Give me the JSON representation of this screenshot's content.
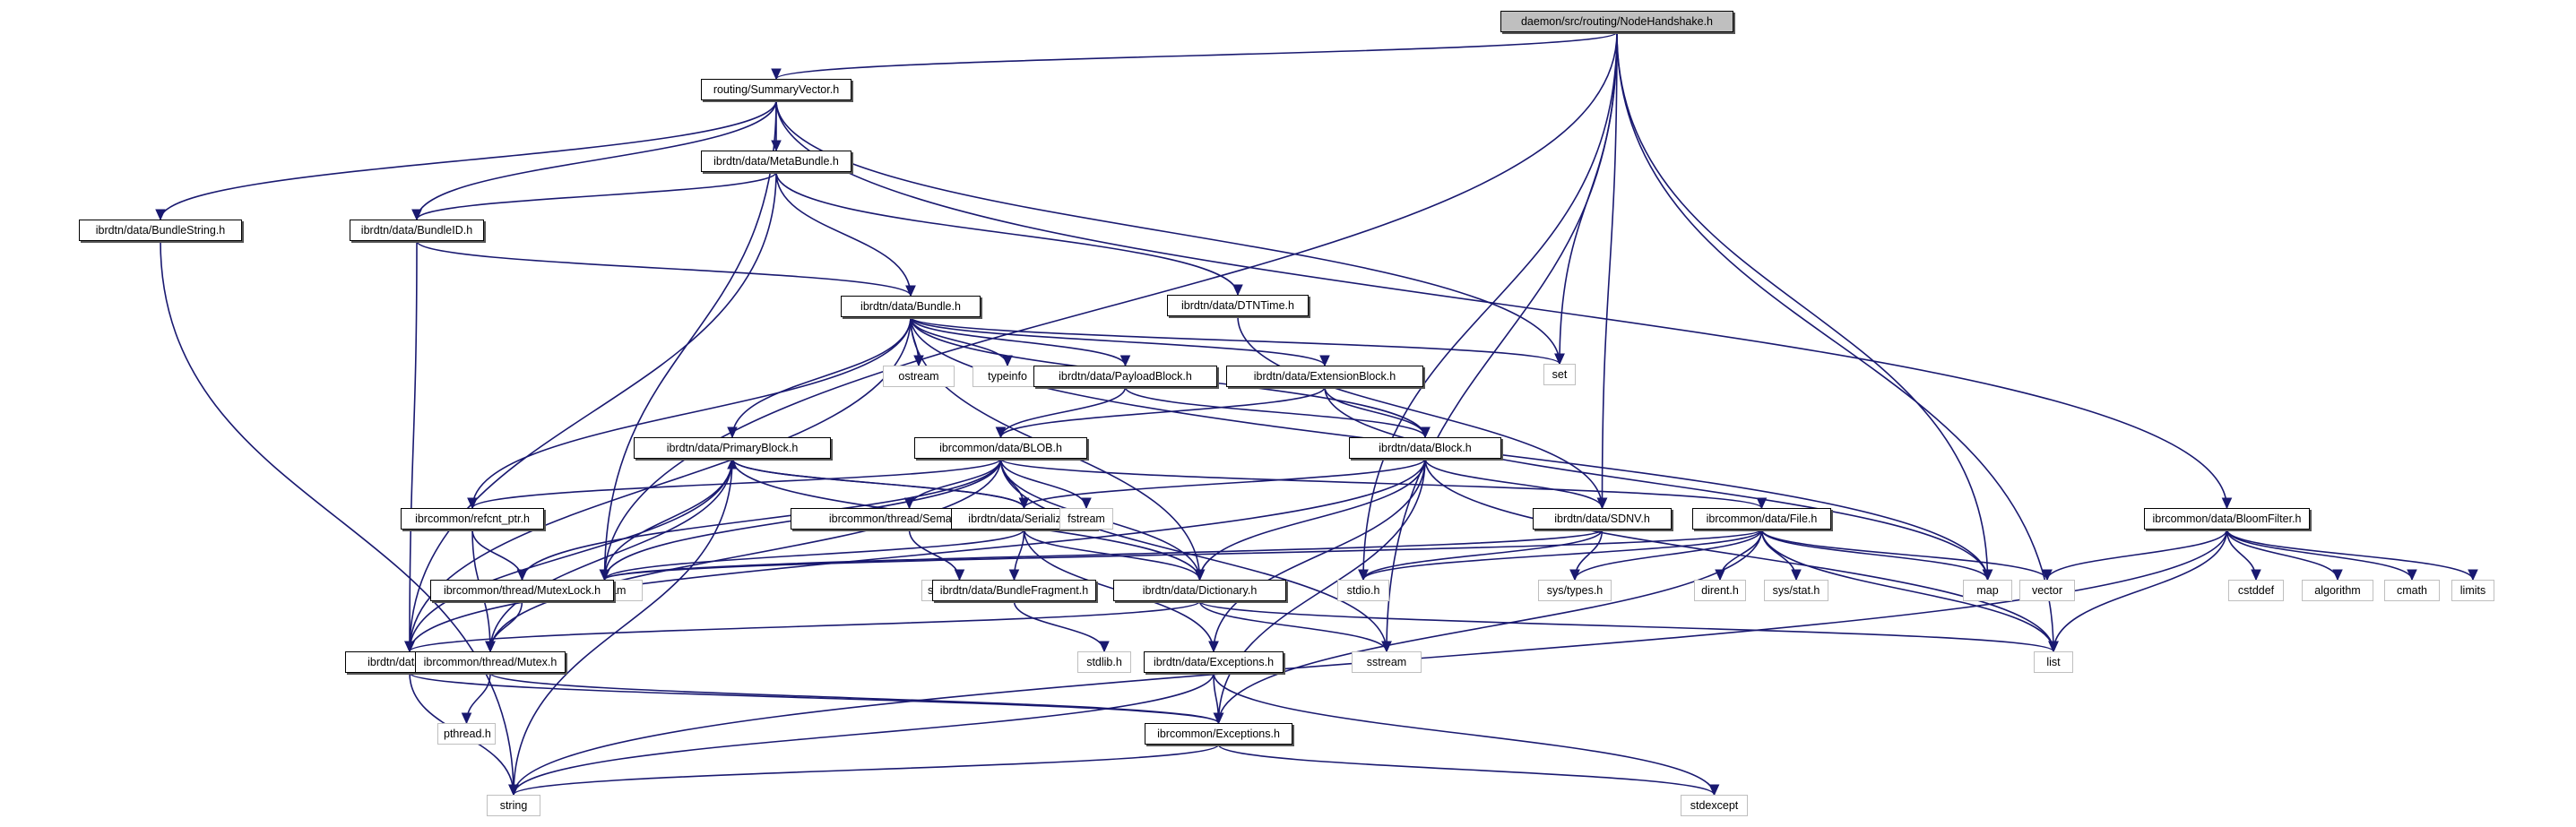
{
  "title": "daemon/src/routing/NodeHandshake.h",
  "colors": {
    "edge": "#191970",
    "root_fill": "#bfbfbf",
    "local_border": "#000000",
    "system_border": "#bfbfbf"
  },
  "nodes": [
    {
      "id": "root",
      "label": "daemon/src/routing/NodeHandshake.h",
      "kind": "root"
    },
    {
      "id": "summaryvector",
      "label": "routing/SummaryVector.h",
      "kind": "local"
    },
    {
      "id": "metabundle",
      "label": "ibrdtn/data/MetaBundle.h",
      "kind": "local"
    },
    {
      "id": "bundlestring",
      "label": "ibrdtn/data/BundleString.h",
      "kind": "local"
    },
    {
      "id": "bundleid",
      "label": "ibrdtn/data/BundleID.h",
      "kind": "local"
    },
    {
      "id": "bundle",
      "label": "ibrdtn/data/Bundle.h",
      "kind": "local"
    },
    {
      "id": "dtntime",
      "label": "ibrdtn/data/DTNTime.h",
      "kind": "local"
    },
    {
      "id": "ostream",
      "label": "ostream",
      "kind": "sys"
    },
    {
      "id": "typeinfo",
      "label": "typeinfo",
      "kind": "sys"
    },
    {
      "id": "payloadblock",
      "label": "ibrdtn/data/PayloadBlock.h",
      "kind": "local"
    },
    {
      "id": "extensionblock",
      "label": "ibrdtn/data/ExtensionBlock.h",
      "kind": "local"
    },
    {
      "id": "set",
      "label": "set",
      "kind": "sys"
    },
    {
      "id": "primaryblock",
      "label": "ibrdtn/data/PrimaryBlock.h",
      "kind": "local"
    },
    {
      "id": "blob",
      "label": "ibrcommon/data/BLOB.h",
      "kind": "local"
    },
    {
      "id": "block",
      "label": "ibrdtn/data/Block.h",
      "kind": "local"
    },
    {
      "id": "refcnt",
      "label": "ibrcommon/refcnt_ptr.h",
      "kind": "local"
    },
    {
      "id": "semaphore_h",
      "label": "ibrcommon/thread/Semaphore.h",
      "kind": "local"
    },
    {
      "id": "serializer",
      "label": "ibrdtn/data/Serializer.h",
      "kind": "local"
    },
    {
      "id": "fstream",
      "label": "fstream",
      "kind": "sys"
    },
    {
      "id": "sdnv",
      "label": "ibrdtn/data/SDNV.h",
      "kind": "local"
    },
    {
      "id": "file",
      "label": "ibrcommon/data/File.h",
      "kind": "local"
    },
    {
      "id": "bloomfilter",
      "label": "ibrcommon/data/BloomFilter.h",
      "kind": "local"
    },
    {
      "id": "iostream",
      "label": "iostream",
      "kind": "sys"
    },
    {
      "id": "mutexlock",
      "label": "ibrcommon/thread/MutexLock.h",
      "kind": "local"
    },
    {
      "id": "semaphore",
      "label": "semaphore.h",
      "kind": "sys"
    },
    {
      "id": "bundlefragment",
      "label": "ibrdtn/data/BundleFragment.h",
      "kind": "local"
    },
    {
      "id": "dictionary",
      "label": "ibrdtn/data/Dictionary.h",
      "kind": "local"
    },
    {
      "id": "stdio",
      "label": "stdio.h",
      "kind": "sys"
    },
    {
      "id": "systypes",
      "label": "sys/types.h",
      "kind": "sys"
    },
    {
      "id": "dirent",
      "label": "dirent.h",
      "kind": "sys"
    },
    {
      "id": "sysstat",
      "label": "sys/stat.h",
      "kind": "sys"
    },
    {
      "id": "map",
      "label": "map",
      "kind": "sys"
    },
    {
      "id": "vector",
      "label": "vector",
      "kind": "sys"
    },
    {
      "id": "cstddef",
      "label": "cstddef",
      "kind": "sys"
    },
    {
      "id": "algorithm",
      "label": "algorithm",
      "kind": "sys"
    },
    {
      "id": "cmath",
      "label": "cmath",
      "kind": "sys"
    },
    {
      "id": "limits",
      "label": "limits",
      "kind": "sys"
    },
    {
      "id": "eid",
      "label": "ibrdtn/data/EID.h",
      "kind": "local"
    },
    {
      "id": "mutex",
      "label": "ibrcommon/thread/Mutex.h",
      "kind": "local"
    },
    {
      "id": "stdlib",
      "label": "stdlib.h",
      "kind": "sys"
    },
    {
      "id": "exceptions_dtn",
      "label": "ibrdtn/data/Exceptions.h",
      "kind": "local"
    },
    {
      "id": "sstream",
      "label": "sstream",
      "kind": "sys"
    },
    {
      "id": "list",
      "label": "list",
      "kind": "sys"
    },
    {
      "id": "pthread",
      "label": "pthread.h",
      "kind": "sys"
    },
    {
      "id": "exceptions_common",
      "label": "ibrcommon/Exceptions.h",
      "kind": "local"
    },
    {
      "id": "string",
      "label": "string",
      "kind": "sys"
    },
    {
      "id": "stdexcept",
      "label": "stdexcept",
      "kind": "sys"
    }
  ],
  "edges": [
    [
      "root",
      "summaryvector"
    ],
    [
      "root",
      "iostream"
    ],
    [
      "root",
      "set"
    ],
    [
      "root",
      "sdnv"
    ],
    [
      "root",
      "sstream"
    ],
    [
      "root",
      "map"
    ],
    [
      "root",
      "list"
    ],
    [
      "root",
      "stdio"
    ],
    [
      "summaryvector",
      "metabundle"
    ],
    [
      "summaryvector",
      "bundlestring"
    ],
    [
      "summaryvector",
      "bundleid"
    ],
    [
      "summaryvector",
      "iostream"
    ],
    [
      "summaryvector",
      "set"
    ],
    [
      "summaryvector",
      "bloomfilter"
    ],
    [
      "metabundle",
      "bundleid"
    ],
    [
      "metabundle",
      "bundle"
    ],
    [
      "metabundle",
      "dtntime"
    ],
    [
      "metabundle",
      "eid"
    ],
    [
      "bundlestring",
      "string"
    ],
    [
      "bundleid",
      "bundle"
    ],
    [
      "bundleid",
      "eid"
    ],
    [
      "bundle",
      "ostream"
    ],
    [
      "bundle",
      "typeinfo"
    ],
    [
      "bundle",
      "payloadblock"
    ],
    [
      "bundle",
      "extensionblock"
    ],
    [
      "bundle",
      "set"
    ],
    [
      "bundle",
      "primaryblock"
    ],
    [
      "bundle",
      "block"
    ],
    [
      "bundle",
      "refcnt"
    ],
    [
      "bundle",
      "eid"
    ],
    [
      "bundle",
      "dictionary"
    ],
    [
      "bundle",
      "map"
    ],
    [
      "dtntime",
      "sdnv"
    ],
    [
      "payloadblock",
      "blob"
    ],
    [
      "payloadblock",
      "block"
    ],
    [
      "extensionblock",
      "blob"
    ],
    [
      "extensionblock",
      "block"
    ],
    [
      "extensionblock",
      "map"
    ],
    [
      "primaryblock",
      "iostream"
    ],
    [
      "primaryblock",
      "serializer"
    ],
    [
      "primaryblock",
      "dictionary"
    ],
    [
      "primaryblock",
      "eid"
    ],
    [
      "primaryblock",
      "mutex"
    ],
    [
      "primaryblock",
      "string"
    ],
    [
      "blob",
      "refcnt"
    ],
    [
      "blob",
      "semaphore_h"
    ],
    [
      "blob",
      "serializer"
    ],
    [
      "blob",
      "fstream"
    ],
    [
      "blob",
      "iostream"
    ],
    [
      "blob",
      "mutexlock"
    ],
    [
      "blob",
      "mutex"
    ],
    [
      "blob",
      "file"
    ],
    [
      "blob",
      "sstream"
    ],
    [
      "blob",
      "dictionary"
    ],
    [
      "block",
      "serializer"
    ],
    [
      "block",
      "sdnv"
    ],
    [
      "block",
      "dictionary"
    ],
    [
      "block",
      "exceptions_dtn"
    ],
    [
      "block",
      "eid"
    ],
    [
      "block",
      "list"
    ],
    [
      "block",
      "exceptions_common"
    ],
    [
      "refcnt",
      "mutexlock"
    ],
    [
      "refcnt",
      "mutex"
    ],
    [
      "semaphore_h",
      "semaphore"
    ],
    [
      "serializer",
      "primaryblock"
    ],
    [
      "serializer",
      "bundlefragment"
    ],
    [
      "serializer",
      "dictionary"
    ],
    [
      "serializer",
      "exceptions_dtn"
    ],
    [
      "serializer",
      "iostream"
    ],
    [
      "sdnv",
      "stdio"
    ],
    [
      "sdnv",
      "systypes"
    ],
    [
      "sdnv",
      "iostream"
    ],
    [
      "file",
      "systypes"
    ],
    [
      "file",
      "dirent"
    ],
    [
      "file",
      "sysstat"
    ],
    [
      "file",
      "map"
    ],
    [
      "file",
      "vector"
    ],
    [
      "file",
      "list"
    ],
    [
      "file",
      "iostream"
    ],
    [
      "file",
      "stdio"
    ],
    [
      "file",
      "exceptions_common"
    ],
    [
      "bloomfilter",
      "vector"
    ],
    [
      "bloomfilter",
      "cstddef"
    ],
    [
      "bloomfilter",
      "algorithm"
    ],
    [
      "bloomfilter",
      "cmath"
    ],
    [
      "bloomfilter",
      "limits"
    ],
    [
      "bloomfilter",
      "list"
    ],
    [
      "bloomfilter",
      "string"
    ],
    [
      "mutexlock",
      "mutex"
    ],
    [
      "bundlefragment",
      "stdlib"
    ],
    [
      "dictionary",
      "eid"
    ],
    [
      "dictionary",
      "sstream"
    ],
    [
      "dictionary",
      "list"
    ],
    [
      "mutex",
      "pthread"
    ],
    [
      "mutex",
      "exceptions_common"
    ],
    [
      "eid",
      "string"
    ],
    [
      "eid",
      "exceptions_common"
    ],
    [
      "exceptions_dtn",
      "exceptions_common"
    ],
    [
      "exceptions_dtn",
      "string"
    ],
    [
      "exceptions_dtn",
      "stdexcept"
    ],
    [
      "exceptions_common",
      "string"
    ],
    [
      "exceptions_common",
      "stdexcept"
    ]
  ]
}
